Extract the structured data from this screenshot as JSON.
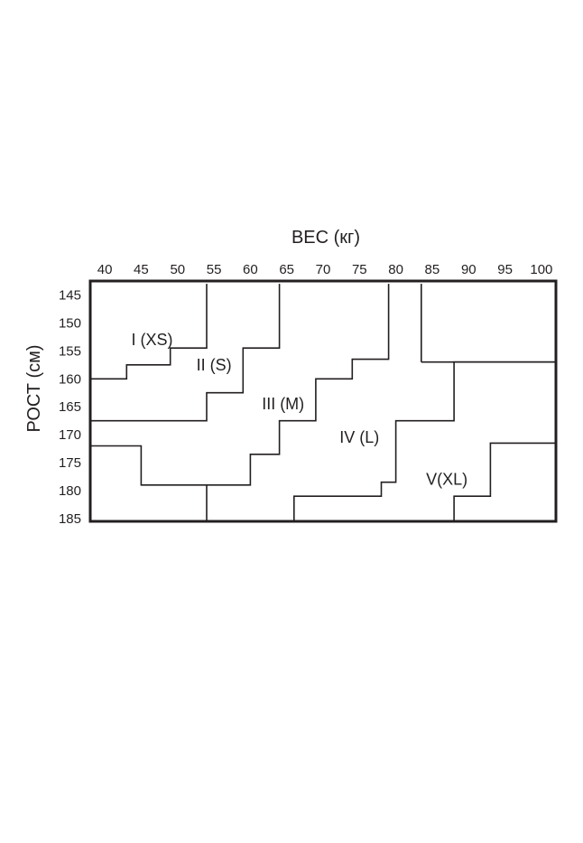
{
  "chart_data": {
    "type": "table",
    "title": "",
    "xlabel": "ВЕС (кг)",
    "ylabel": "РОСТ (см)",
    "x_unit": "кг",
    "y_unit": "см",
    "x_ticks": [
      40,
      45,
      50,
      55,
      60,
      65,
      70,
      75,
      80,
      85,
      90,
      95,
      100
    ],
    "y_ticks": [
      145,
      150,
      155,
      160,
      165,
      170,
      175,
      180,
      185
    ],
    "xlim": [
      38,
      102
    ],
    "ylim": [
      142.5,
      185.5
    ],
    "grid": false,
    "zones": [
      {
        "label": "I (XS)",
        "x": 46.5,
        "y": 153
      },
      {
        "label": "II (S)",
        "x": 55,
        "y": 157.5
      },
      {
        "label": "III (M)",
        "x": 64.5,
        "y": 164.5
      },
      {
        "label": "IV (L)",
        "x": 75,
        "y": 170.5
      },
      {
        "label": "V(XL)",
        "x": 87,
        "y": 178
      }
    ],
    "boundaries": [
      {
        "points": [
          [
            38,
            160
          ],
          [
            43,
            160
          ],
          [
            43,
            157.5
          ],
          [
            49,
            157.5
          ],
          [
            49,
            154.5
          ],
          [
            54,
            154.5
          ],
          [
            54,
            143
          ]
        ]
      },
      {
        "points": [
          [
            38,
            167.5
          ],
          [
            54,
            167.5
          ],
          [
            54,
            162.5
          ],
          [
            59,
            162.5
          ],
          [
            59,
            154.5
          ],
          [
            64,
            154.5
          ],
          [
            64,
            143
          ]
        ]
      },
      {
        "points": [
          [
            38,
            172
          ],
          [
            45,
            172
          ],
          [
            45,
            179
          ],
          [
            60,
            179
          ],
          [
            60,
            173.5
          ],
          [
            64,
            173.5
          ],
          [
            64,
            167.5
          ],
          [
            69,
            167.5
          ],
          [
            69,
            160
          ],
          [
            74,
            160
          ],
          [
            74,
            156.5
          ],
          [
            79,
            156.5
          ],
          [
            79,
            143
          ]
        ]
      },
      {
        "points": [
          [
            54,
            185.5
          ],
          [
            54,
            179
          ]
        ]
      },
      {
        "points": [
          [
            66,
            185.5
          ],
          [
            66,
            181
          ],
          [
            78,
            181
          ],
          [
            78,
            178.5
          ],
          [
            80,
            178.5
          ],
          [
            80,
            167.5
          ],
          [
            88,
            167.5
          ],
          [
            88,
            157
          ],
          [
            102,
            157
          ]
        ]
      },
      {
        "points": [
          [
            83.5,
            143
          ],
          [
            83.5,
            157
          ]
        ]
      },
      {
        "points": [
          [
            83.5,
            157
          ],
          [
            102,
            157
          ]
        ]
      },
      {
        "points": [
          [
            88,
            185.5
          ],
          [
            88,
            181
          ],
          [
            93,
            181
          ],
          [
            93,
            171.5
          ],
          [
            102,
            171.5
          ]
        ]
      }
    ]
  }
}
